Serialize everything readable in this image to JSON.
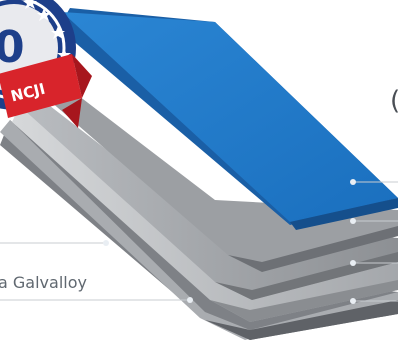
{
  "badge": {
    "number_fragment": "0",
    "ribbon_text": "NCJI"
  },
  "labels": {
    "galvalloy": "a Galvalloy",
    "heading_fragment": "("
  },
  "colors": {
    "coating_blue": "#1f78c8",
    "badge_navy": "#1d3f8a",
    "ribbon_red": "#d8242b",
    "steel_gray": "#a9acb0",
    "leader_line": "#c8ccd0"
  },
  "icons": [
    "seal-badge-icon",
    "star-icon",
    "ribbon-icon",
    "callout-dot-icon"
  ]
}
